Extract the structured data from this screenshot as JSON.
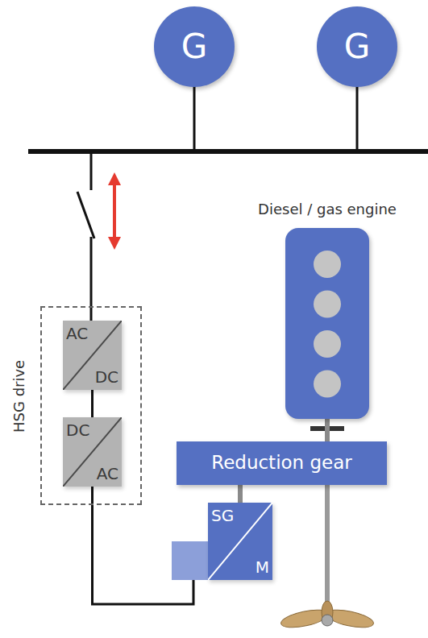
{
  "diagram": {
    "nodes": [
      {
        "text": [
          "G"
        ]
      },
      {
        "text": [
          "G"
        ]
      },
      {
        "text": [
          "HSG drive"
        ]
      },
      {
        "text": [
          "AC",
          "DC"
        ],
        "in": 2
      },
      {
        "text": [
          "DC",
          "AC"
        ],
        "in": 2
      },
      {
        "text": [
          "Diesel / gas engine"
        ]
      },
      {
        "text": [
          "Reduction gear"
        ]
      },
      {
        "text": [
          "SG",
          "M"
        ]
      }
    ],
    "edges": [
      {
        "from": 3,
        "to": 4,
        "arrow": "none"
      },
      {
        "from": 4,
        "to": 7,
        "arrow": "none"
      },
      {
        "from": 5,
        "to": 6,
        "arrow": "none"
      },
      {
        "from": 6,
        "to": 7,
        "arrow": "none"
      }
    ]
  }
}
